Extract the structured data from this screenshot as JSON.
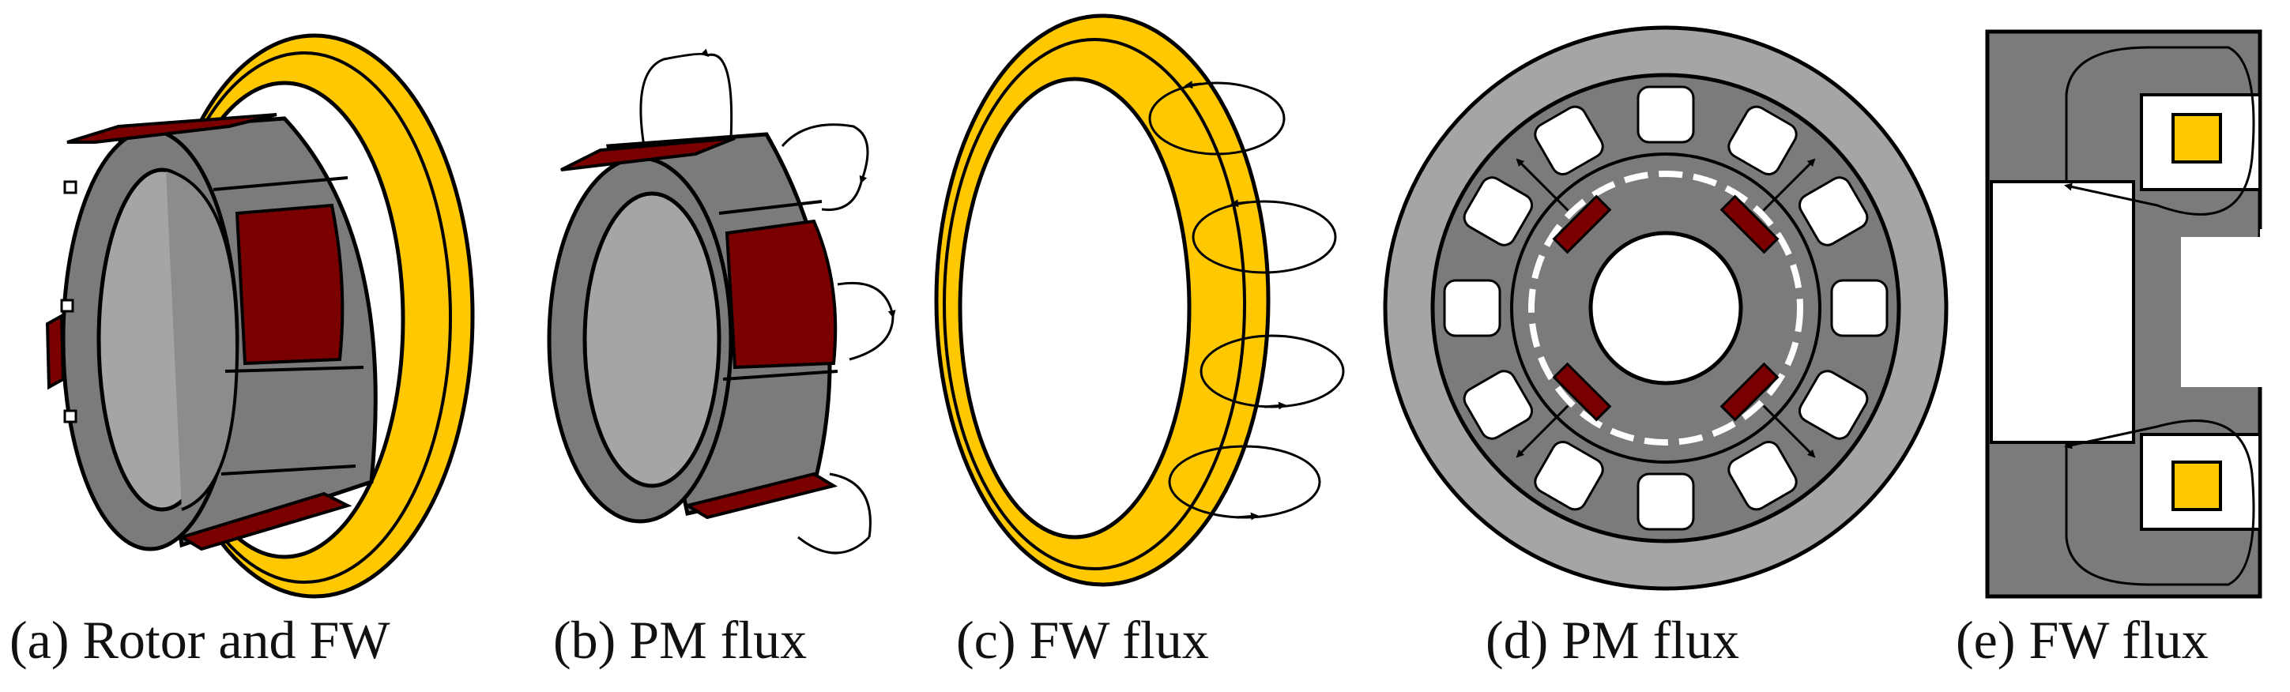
{
  "figure": {
    "panels": [
      {
        "id": "a",
        "caption": "(a) Rotor and FW"
      },
      {
        "id": "b",
        "caption": "(b) PM flux"
      },
      {
        "id": "c",
        "caption": "(c) FW flux"
      },
      {
        "id": "d",
        "caption": "(d) PM flux"
      },
      {
        "id": "e",
        "caption": "(e) FW flux"
      }
    ]
  },
  "colors": {
    "steel": "#7b7b7b",
    "steel_light": "#a5a5a5",
    "steel_dark": "#5e5e5e",
    "magnet": "#7a0000",
    "winding": "#ffc800",
    "outline": "#000000",
    "background": "#ffffff"
  }
}
